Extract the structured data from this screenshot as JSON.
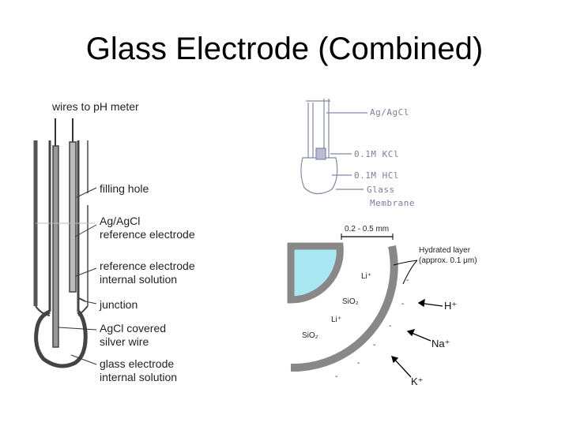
{
  "title": "Glass Electrode (Combined)",
  "left_diagram": {
    "labels": {
      "wires": "wires to pH meter",
      "filling_hole": "filling hole",
      "ref_electrode_1": "Ag/AgCl",
      "ref_electrode_2": "reference electrode",
      "ref_solution_1": "reference electrode",
      "ref_solution_2": "internal solution",
      "junction": "junction",
      "agcl_wire_1": "AgCl covered",
      "agcl_wire_2": "silver wire",
      "glass_solution_1": "glass electrode",
      "glass_solution_2": "internal solution"
    }
  },
  "sketch": {
    "labels": {
      "agagcl": "Ag/AgCl",
      "kcl": "0.1M KCl",
      "hcl": "0.1M HCl",
      "glass": "Glass",
      "membrane": "Membrane"
    }
  },
  "membrane": {
    "thickness": "0.2 - 0.5 mm",
    "hydrated_1": "Hydrated layer",
    "hydrated_2": "(approx. 0.1 μm)",
    "li_plus": "Li⁺",
    "sio2": "SiO₂",
    "minus": "-",
    "h_plus": "H⁺",
    "na_plus": "Na⁺",
    "k_plus": "K⁺"
  }
}
